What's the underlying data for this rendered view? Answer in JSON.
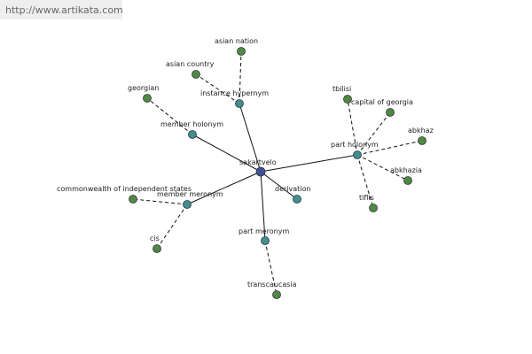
{
  "banner": {
    "url": "http://www.artikata.com"
  },
  "colors": {
    "center": "#3f4f9a",
    "relation": "#3f8f93",
    "leaf": "#4f8a45",
    "edge": "#111111",
    "node_outline": "#333333"
  },
  "nodes": [
    {
      "id": "sakartvelo",
      "label": "sakartvelo",
      "kind": "center"
    },
    {
      "id": "instance-hypernym",
      "label": "instance hypernym",
      "kind": "relation"
    },
    {
      "id": "member-holonym",
      "label": "member holonym",
      "kind": "relation"
    },
    {
      "id": "part-holonym",
      "label": "part holonym",
      "kind": "relation"
    },
    {
      "id": "derivation",
      "label": "derivation",
      "kind": "relation"
    },
    {
      "id": "member-meronym",
      "label": "member meronym",
      "kind": "relation"
    },
    {
      "id": "part-meronym",
      "label": "part meronym",
      "kind": "relation"
    },
    {
      "id": "asian-nation",
      "label": "asian nation",
      "kind": "leaf"
    },
    {
      "id": "asian-country",
      "label": "asian country",
      "kind": "leaf"
    },
    {
      "id": "georgian",
      "label": "georgian",
      "kind": "leaf"
    },
    {
      "id": "tbilisi",
      "label": "tbilisi",
      "kind": "leaf"
    },
    {
      "id": "capital-of-georgia",
      "label": "capital of georgia",
      "kind": "leaf"
    },
    {
      "id": "abkhaz",
      "label": "abkhaz",
      "kind": "leaf"
    },
    {
      "id": "abkhazia",
      "label": "abkhazia",
      "kind": "leaf"
    },
    {
      "id": "tiflis",
      "label": "tiflis",
      "kind": "leaf"
    },
    {
      "id": "commonwealth-of-independent-states",
      "label": "commonwealth of independent states",
      "kind": "leaf"
    },
    {
      "id": "cis",
      "label": "cis",
      "kind": "leaf"
    },
    {
      "id": "transcaucasia",
      "label": "transcaucasia",
      "kind": "leaf"
    }
  ],
  "edges": [
    {
      "from": "sakartvelo",
      "to": "instance-hypernym",
      "style": "solid"
    },
    {
      "from": "sakartvelo",
      "to": "member-holonym",
      "style": "solid"
    },
    {
      "from": "sakartvelo",
      "to": "part-holonym",
      "style": "solid"
    },
    {
      "from": "sakartvelo",
      "to": "derivation",
      "style": "solid"
    },
    {
      "from": "sakartvelo",
      "to": "member-meronym",
      "style": "solid"
    },
    {
      "from": "sakartvelo",
      "to": "part-meronym",
      "style": "solid"
    },
    {
      "from": "instance-hypernym",
      "to": "asian-nation",
      "style": "dashed"
    },
    {
      "from": "instance-hypernym",
      "to": "asian-country",
      "style": "dashed"
    },
    {
      "from": "member-holonym",
      "to": "georgian",
      "style": "dashed"
    },
    {
      "from": "part-holonym",
      "to": "tbilisi",
      "style": "dashed"
    },
    {
      "from": "part-holonym",
      "to": "capital-of-georgia",
      "style": "dashed"
    },
    {
      "from": "part-holonym",
      "to": "abkhaz",
      "style": "dashed"
    },
    {
      "from": "part-holonym",
      "to": "abkhazia",
      "style": "dashed"
    },
    {
      "from": "part-holonym",
      "to": "tiflis",
      "style": "dashed"
    },
    {
      "from": "member-meronym",
      "to": "commonwealth-of-independent-states",
      "style": "dashed"
    },
    {
      "from": "member-meronym",
      "to": "cis",
      "style": "dashed"
    },
    {
      "from": "part-meronym",
      "to": "transcaucasia",
      "style": "dashed"
    }
  ]
}
